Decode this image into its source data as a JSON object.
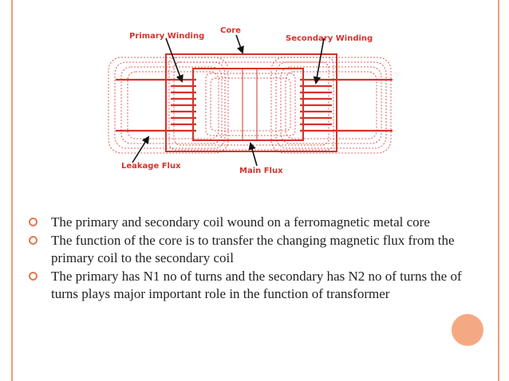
{
  "diagram": {
    "labels": {
      "primary": "Primary Winding",
      "core": "Core",
      "secondary": "Secondary Winding",
      "leakage": "Leakage Flux",
      "main": "Main Flux"
    },
    "colors": {
      "core": "#d6322a",
      "label": "#d6322a",
      "winding": "#d6322a"
    }
  },
  "bullets": [
    "The primary and secondary coil wound on a ferromagnetic metal core",
    "The function of the core is to transfer the changing magnetic flux from the primary coil to the secondary coil",
    "The primary has N1 no of turns and the secondary has N2 no of turns the of turns plays major important role in the function of transformer"
  ]
}
